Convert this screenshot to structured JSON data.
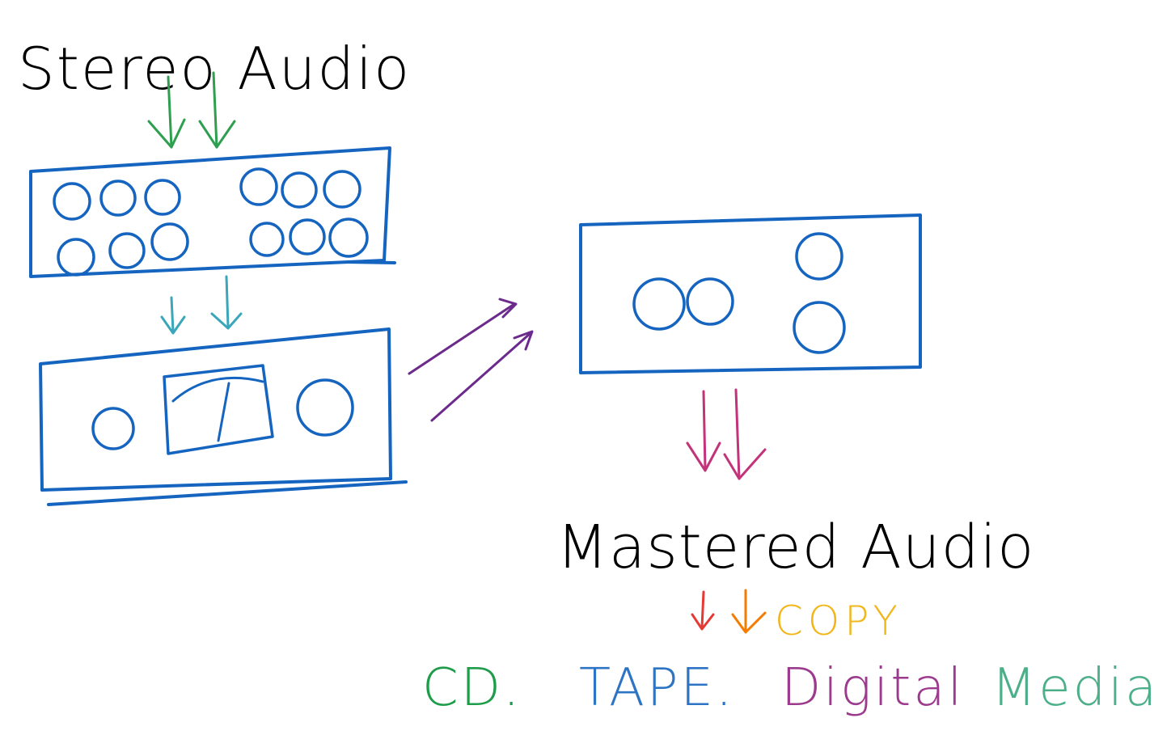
{
  "labels": {
    "stereo_audio": "Stereo Audio",
    "mastered_audio": "Mastered Audio",
    "copy": "COPY",
    "cd": "CD.",
    "tape": "TAPE.",
    "digital": "Digital",
    "media": "Media"
  },
  "colors": {
    "ink": "#000000",
    "device_blue": "#1565c0",
    "arrow_green": "#2e9e4f",
    "arrow_teal": "#3aa6b9",
    "arrow_purple": "#6b2a8c",
    "arrow_magenta": "#c2337a",
    "arrow_red": "#e53935",
    "arrow_orange": "#f57c00",
    "copy_orange": "#f9a825",
    "copy_yellow": "#f2c21b",
    "cd_green": "#1e9c4a",
    "tape_teal": "#2196c9",
    "tape_blue": "#3f51b5",
    "digital_purple": "#7b3aa6",
    "digital_pink": "#c2337a",
    "media_yellow": "#d4c21a",
    "media_green": "#7cb342",
    "media_blue": "#1e88e5"
  }
}
